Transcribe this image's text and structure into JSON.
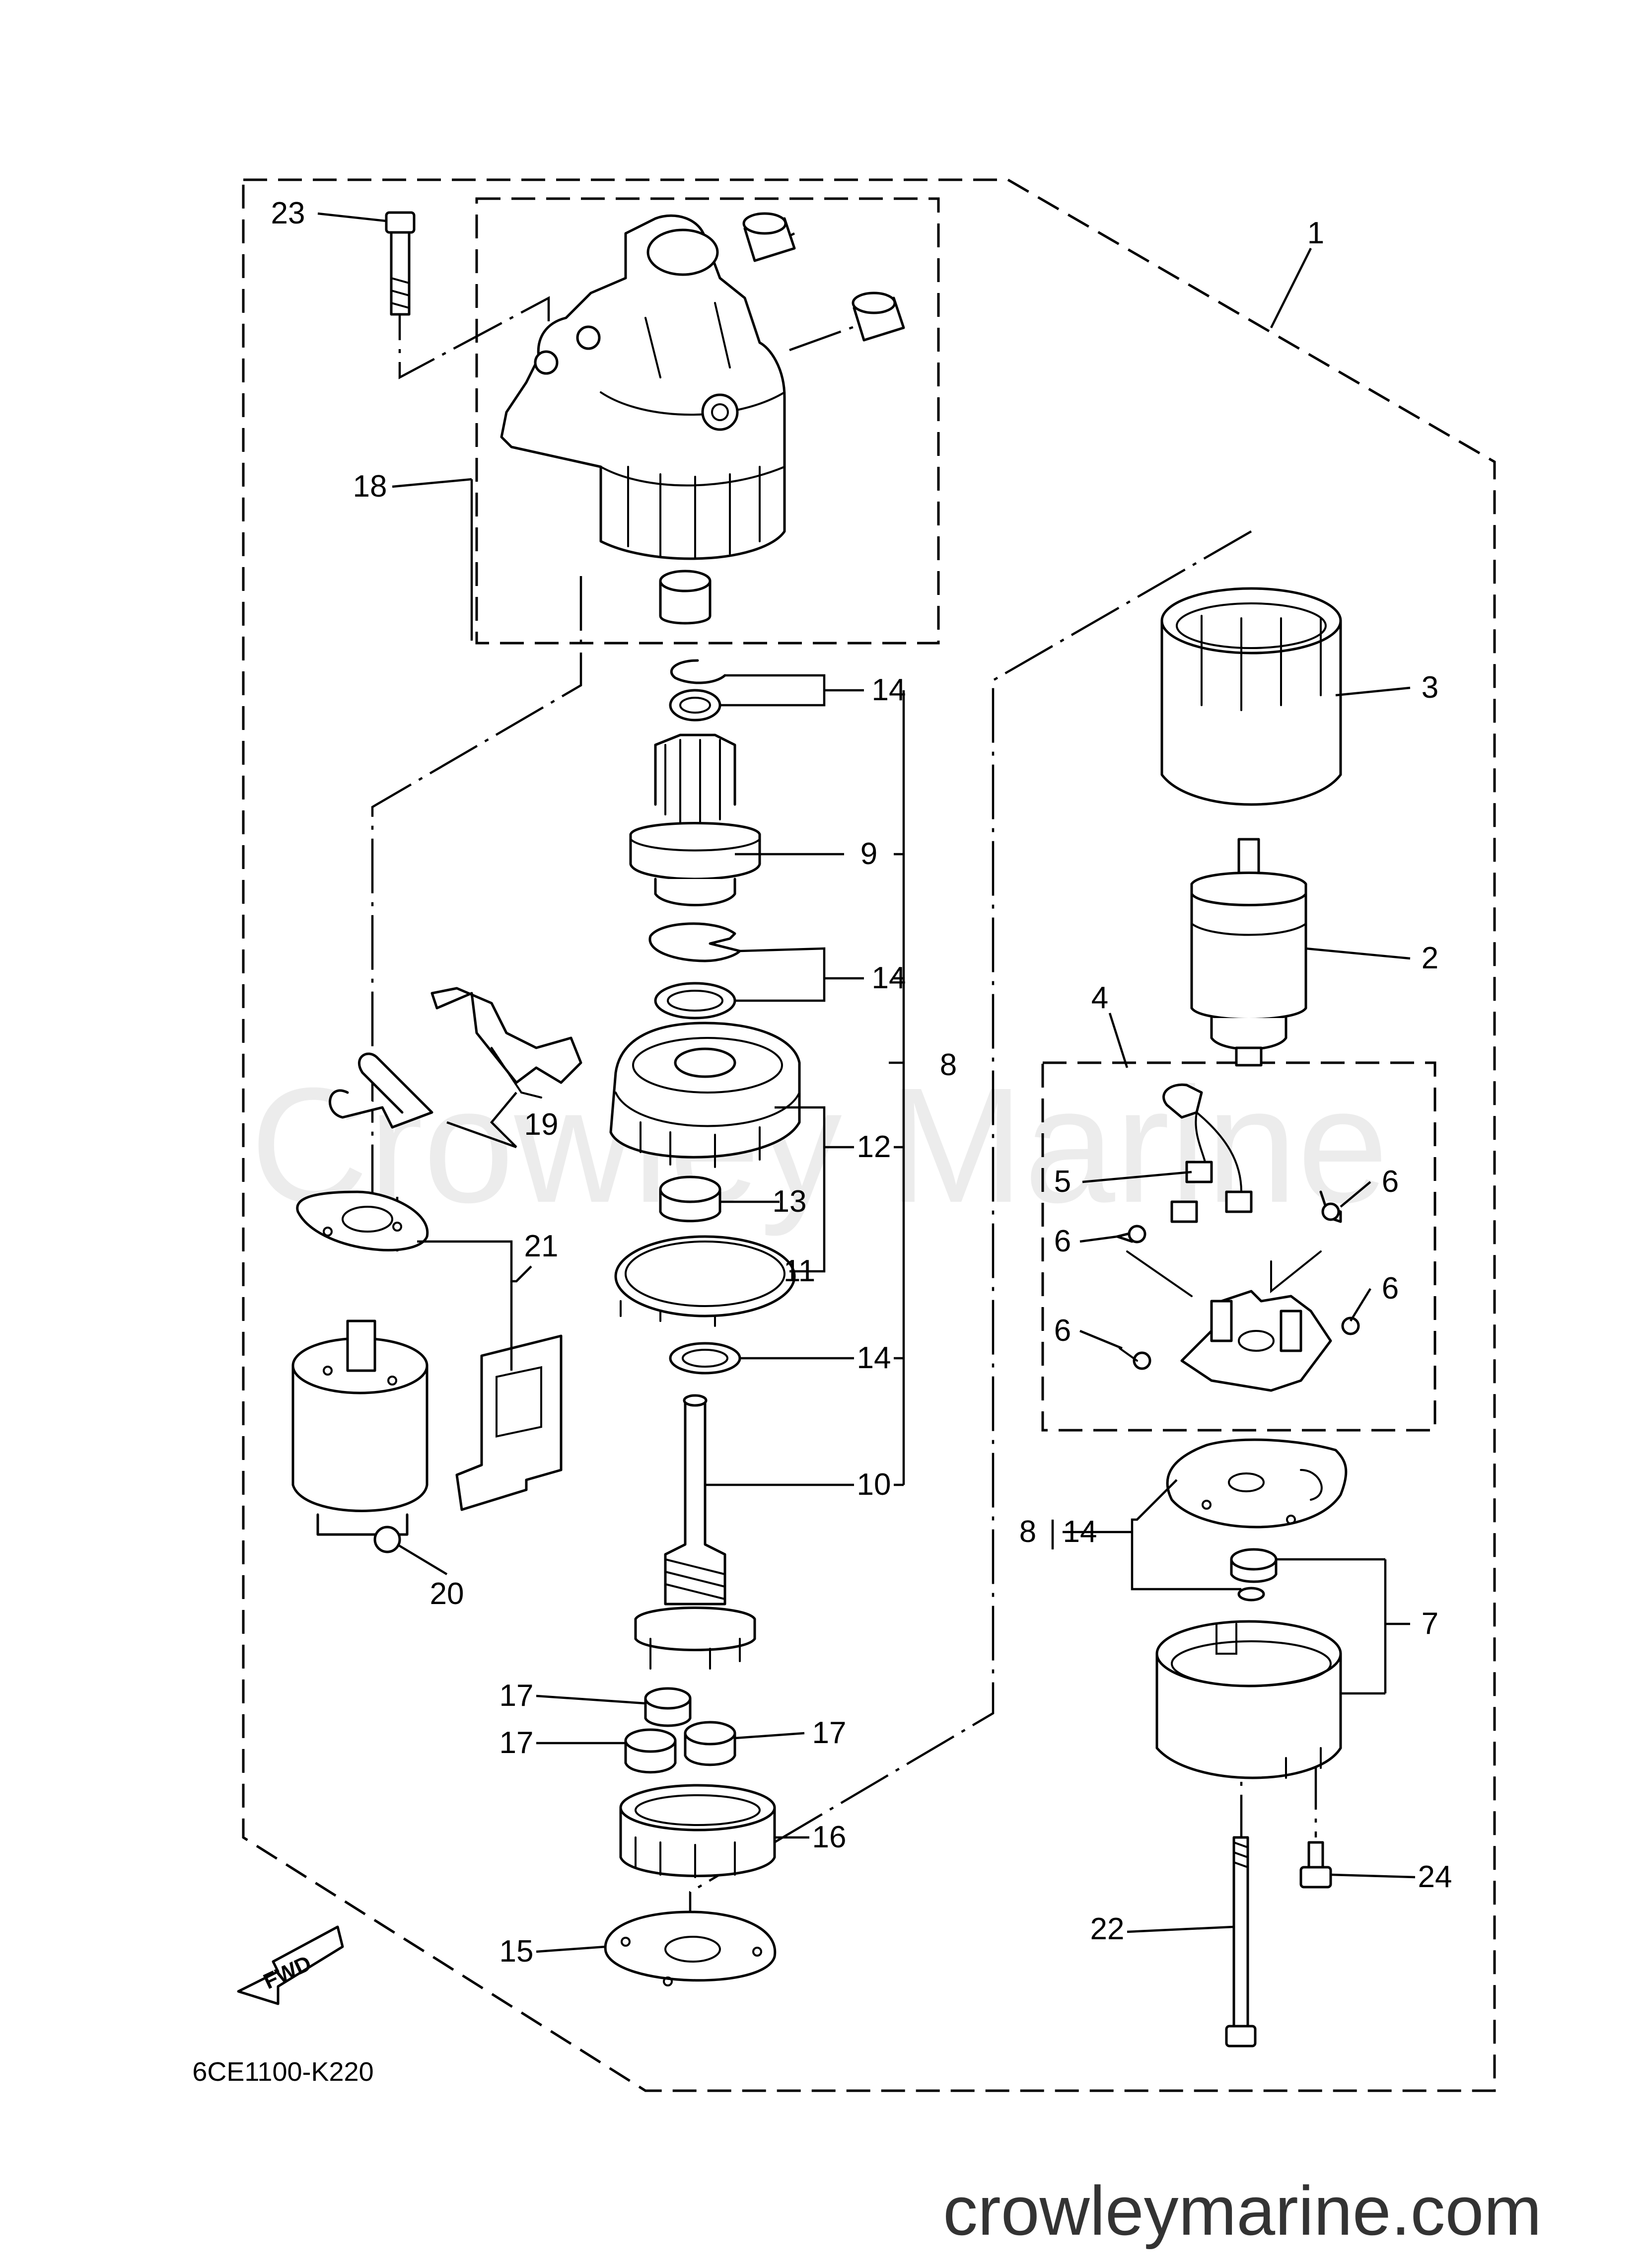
{
  "diagram_code": "6CE1100-K220",
  "website": "crowleymarine.com",
  "watermark": "Crowley Marine",
  "fwd_label": "FWD",
  "callouts": [
    {
      "id": "c1",
      "text": "1"
    },
    {
      "id": "c2",
      "text": "2"
    },
    {
      "id": "c3",
      "text": "3"
    },
    {
      "id": "c4",
      "text": "4"
    },
    {
      "id": "c5",
      "text": "5"
    },
    {
      "id": "c6a",
      "text": "6"
    },
    {
      "id": "c6b",
      "text": "6"
    },
    {
      "id": "c6c",
      "text": "6"
    },
    {
      "id": "c6d",
      "text": "6"
    },
    {
      "id": "c7",
      "text": "7"
    },
    {
      "id": "c8a",
      "text": "8"
    },
    {
      "id": "c8b",
      "text": "8"
    },
    {
      "id": "c9",
      "text": "9"
    },
    {
      "id": "c10",
      "text": "10"
    },
    {
      "id": "c11",
      "text": "11"
    },
    {
      "id": "c12",
      "text": "12"
    },
    {
      "id": "c13",
      "text": "13"
    },
    {
      "id": "c14a",
      "text": "14"
    },
    {
      "id": "c14b",
      "text": "14"
    },
    {
      "id": "c14c",
      "text": "14"
    },
    {
      "id": "c14d",
      "text": "14"
    },
    {
      "id": "c15",
      "text": "15"
    },
    {
      "id": "c16",
      "text": "16"
    },
    {
      "id": "c17a",
      "text": "17"
    },
    {
      "id": "c17b",
      "text": "17"
    },
    {
      "id": "c17c",
      "text": "17"
    },
    {
      "id": "c18",
      "text": "18"
    },
    {
      "id": "c19",
      "text": "19"
    },
    {
      "id": "c20",
      "text": "20"
    },
    {
      "id": "c21",
      "text": "21"
    },
    {
      "id": "c22",
      "text": "22"
    },
    {
      "id": "c23",
      "text": "23"
    },
    {
      "id": "c24",
      "text": "24"
    }
  ]
}
